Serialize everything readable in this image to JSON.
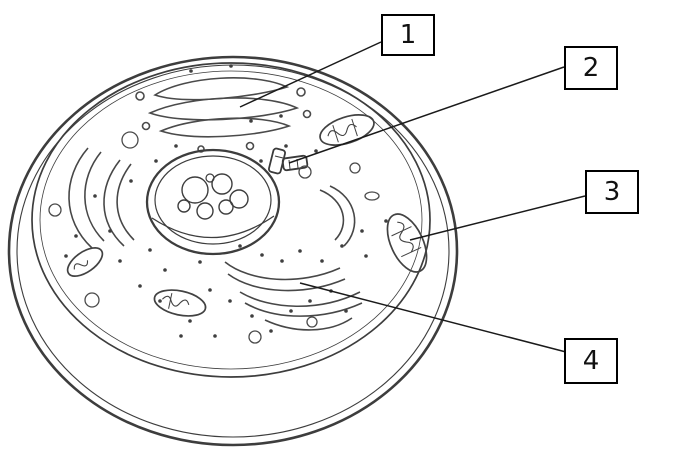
{
  "diagram": {
    "labels": [
      {
        "number": "1"
      },
      {
        "number": "2"
      },
      {
        "number": "3"
      },
      {
        "number": "4"
      }
    ],
    "colors": {
      "ink": "#3d3d3d",
      "label_border": "#000000",
      "background": "#ffffff"
    }
  }
}
